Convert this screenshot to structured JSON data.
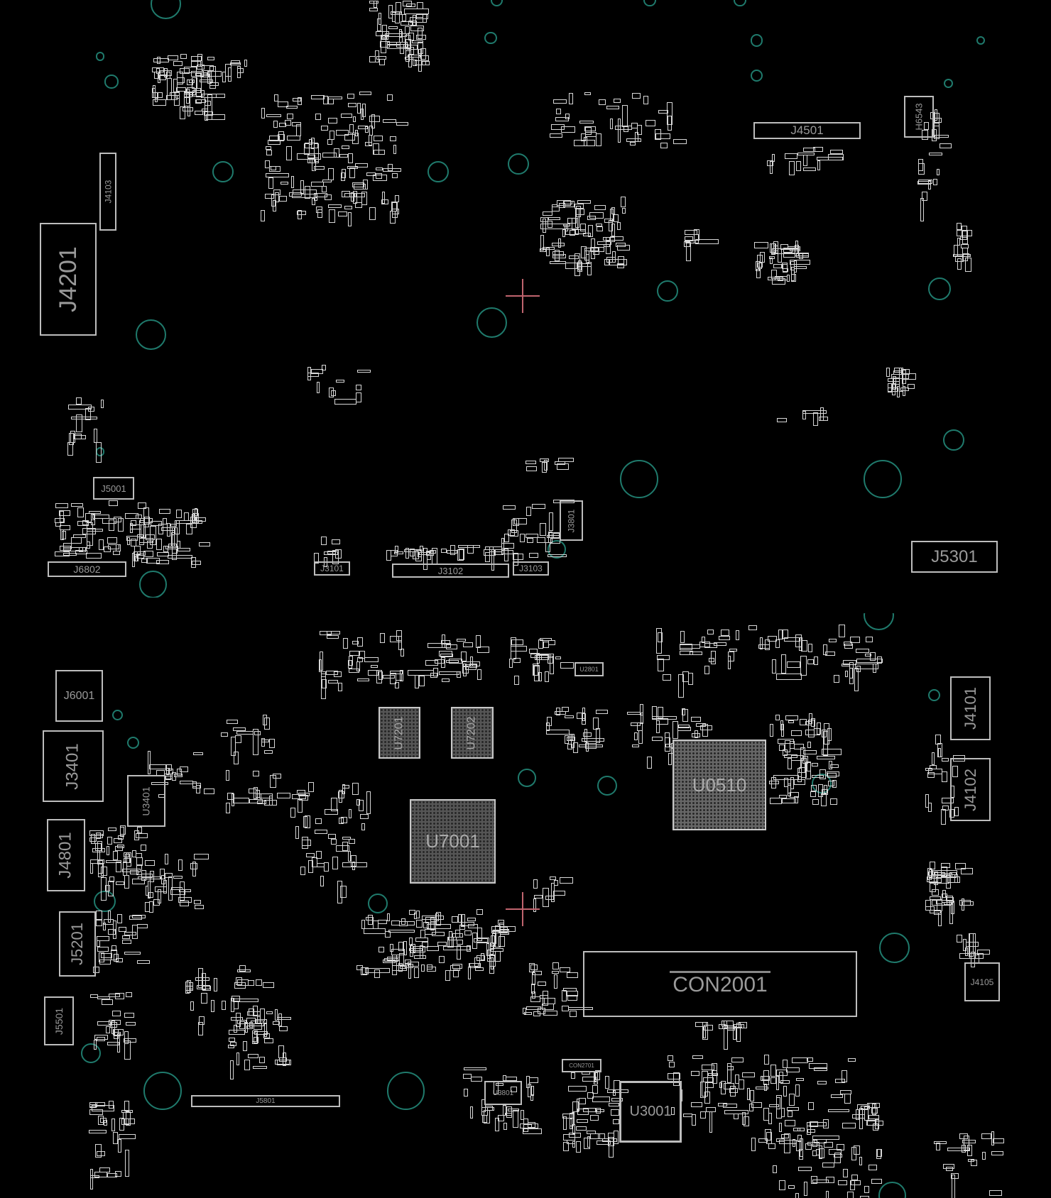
{
  "board": {
    "title": "PCB boardview",
    "components": {
      "J4201": "J4201",
      "J4103": "J4103",
      "J4501": "J4501",
      "H6543": "H6543",
      "J5001": "J5001",
      "J6802": "J6802",
      "J3101": "J3101",
      "J3102": "J3102",
      "J3103": "J3103",
      "J3801": "J3801",
      "J5301": "J5301",
      "J6001": "J6001",
      "J3401": "J3401",
      "U3401": "U3401",
      "J4801": "J4801",
      "J5201": "J5201",
      "J5501": "J5501",
      "U7201": "U7201",
      "U7202": "U7202",
      "U7001": "U7001",
      "U0510": "U0510",
      "U2801": "U2801",
      "J4101": "J4101",
      "J4102": "J4102",
      "J4105": "J4105",
      "CON2001": "CON2001",
      "J5801": "J5801",
      "U3801": "U3801",
      "CON2701": "CON2701",
      "U3001": "U3001"
    },
    "colors": {
      "background": "#000000",
      "outline": "#bdbdbd",
      "mounting_hole": "#1f7a6c",
      "crosshair": "#c0646e"
    }
  }
}
